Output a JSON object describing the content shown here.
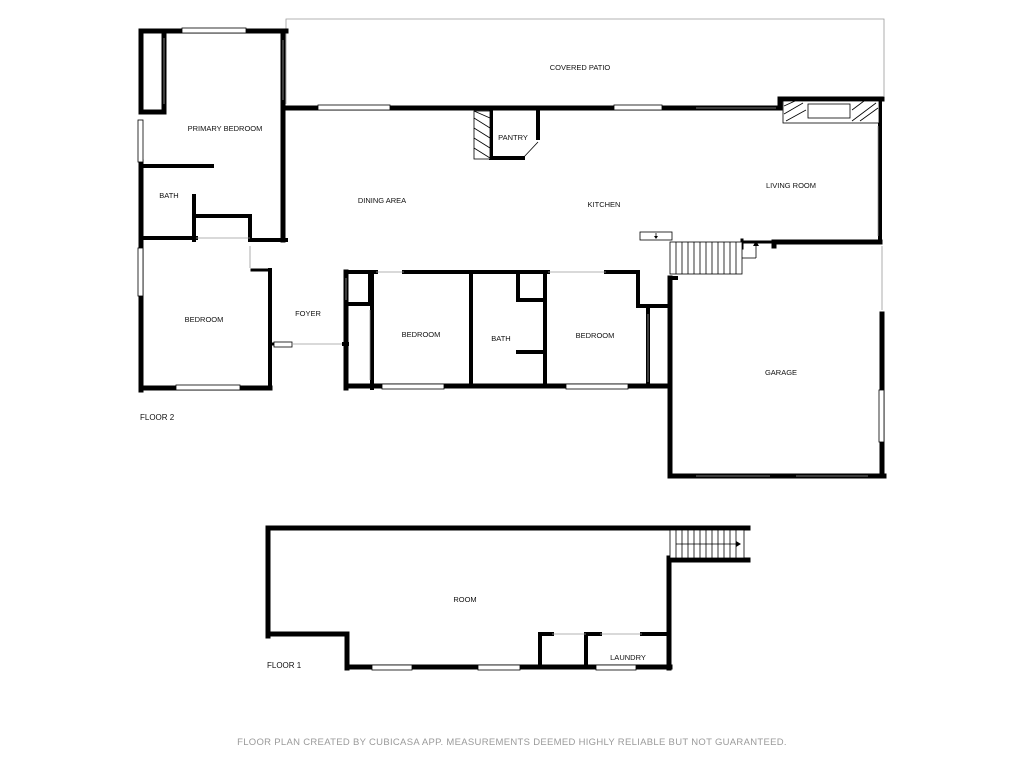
{
  "floor2": {
    "label": "FLOOR 2",
    "rooms": {
      "covered_patio": "COVERED PATIO",
      "primary_bedroom": "PRIMARY BEDROOM",
      "bath_primary": "BATH",
      "pantry": "PANTRY",
      "dining_area": "DINING AREA",
      "kitchen": "KITCHEN",
      "living_room": "LIVING ROOM",
      "bedroom_left": "BEDROOM",
      "foyer": "FOYER",
      "bedroom_mid": "BEDROOM",
      "bath_mid": "BATH",
      "bedroom_right": "BEDROOM",
      "garage": "GARAGE"
    }
  },
  "floor1": {
    "label": "FLOOR 1",
    "rooms": {
      "room": "ROOM",
      "laundry": "LAUNDRY"
    }
  },
  "footer": "FLOOR PLAN CREATED BY CUBICASA APP. MEASUREMENTS DEEMED HIGHLY RELIABLE BUT NOT GUARANTEED."
}
